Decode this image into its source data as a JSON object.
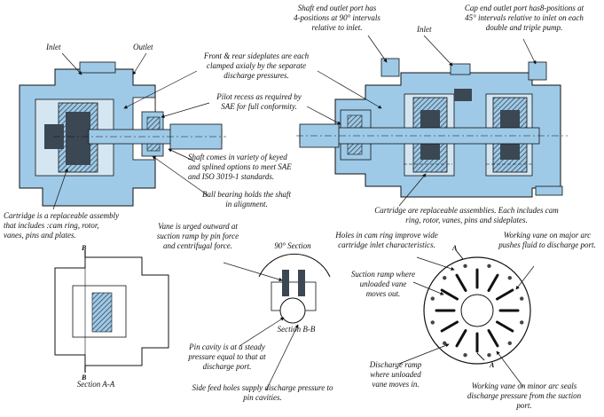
{
  "colors": {
    "body": "#9ecae8",
    "metal": "#3b4752",
    "hatch": "#6a8090",
    "line": "#111111",
    "white": "#ffffff"
  },
  "labels": {
    "inlet_left": "Inlet",
    "outlet_left": "Outlet",
    "shaft_end_outlet": [
      "Shaft end outlet port has",
      "4-positions at 90° intervals",
      "relative to inlet."
    ],
    "inlet_right": "Inlet",
    "cap_end_outlet": [
      "Cap end outlet port has8-positions at",
      "45° intervals relative to inlet on each",
      "double and triple pump."
    ],
    "sideplates": [
      "Front & rear sideplates are each",
      "clamped axialy by the separate",
      "discharge pressures."
    ],
    "pilot_recess": [
      "Pilot recess as required by",
      "SAE for full conformity."
    ],
    "shaft_variety": [
      "Shaft comes in variety of keyed",
      "and splined options to meet SAE",
      "and ISO 3019-1 standards."
    ],
    "ball_bearing": [
      "Ball bearing holds the shaft",
      "in alignment."
    ],
    "cartridge_left": [
      "Cartridge is a replaceable assembly",
      "that includes :cam ring, rotor,",
      "vanes, pins and plates."
    ],
    "cartridge_right": [
      "Cartridge are replaceable assemblies. Each includes cam",
      "ring, rotor, vanes, pins and sideplates."
    ],
    "vane_urged": [
      "Vane is urged outward at",
      "suction ramp by pin force",
      "and centrifugal force."
    ],
    "section_90": "90° Section",
    "section_bb": "Section B-B",
    "section_aa": "Section A-A",
    "b_marker": "B",
    "a_marker": "A",
    "holes_cam": [
      "Holes in cam ring improve wide",
      "cartridge inlet characteristics."
    ],
    "working_major": [
      "Working vane on major arc",
      "pushes fluid to discharge port."
    ],
    "suction_ramp": [
      "Suction ramp where",
      "unloaded vane",
      "moves out."
    ],
    "pin_cavity": [
      "Pin cavity is at a steady",
      "pressure equal to that at",
      "discharge port."
    ],
    "side_feed": [
      "Side feed holes supply discharge pressure to",
      "pin cavities."
    ],
    "discharge_ramp": [
      "Discharge ramp",
      "where unloaded",
      "vane moves in."
    ],
    "working_minor": [
      "Working vane on minor arc seals",
      "discharge pressure from the suction",
      "port."
    ]
  }
}
